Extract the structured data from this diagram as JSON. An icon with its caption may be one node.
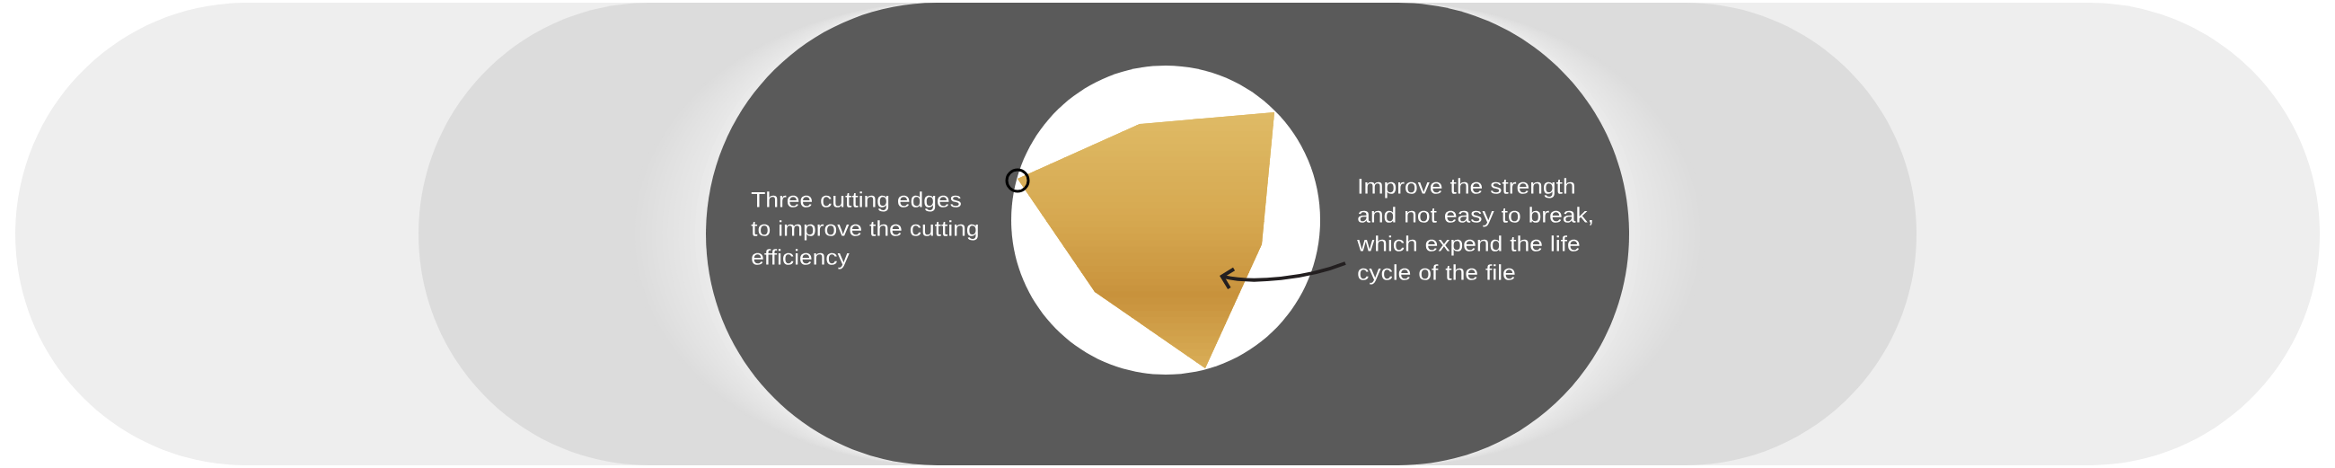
{
  "diagram": {
    "nodes": [
      {
        "text": [
          "Three cutting edges to improve the cutting efficiency"
        ]
      },
      {
        "text": [],
        "shape": "circle",
        "in": 0
      },
      {
        "text": [],
        "shape": "polygon",
        "in": 1
      },
      {
        "text": [
          "Improve the strength and not easy to break, which expend the life cycle of the file"
        ],
        "in": 0
      }
    ],
    "edges": [
      {
        "from": 3,
        "to": 2,
        "arrow": "to"
      }
    ]
  }
}
